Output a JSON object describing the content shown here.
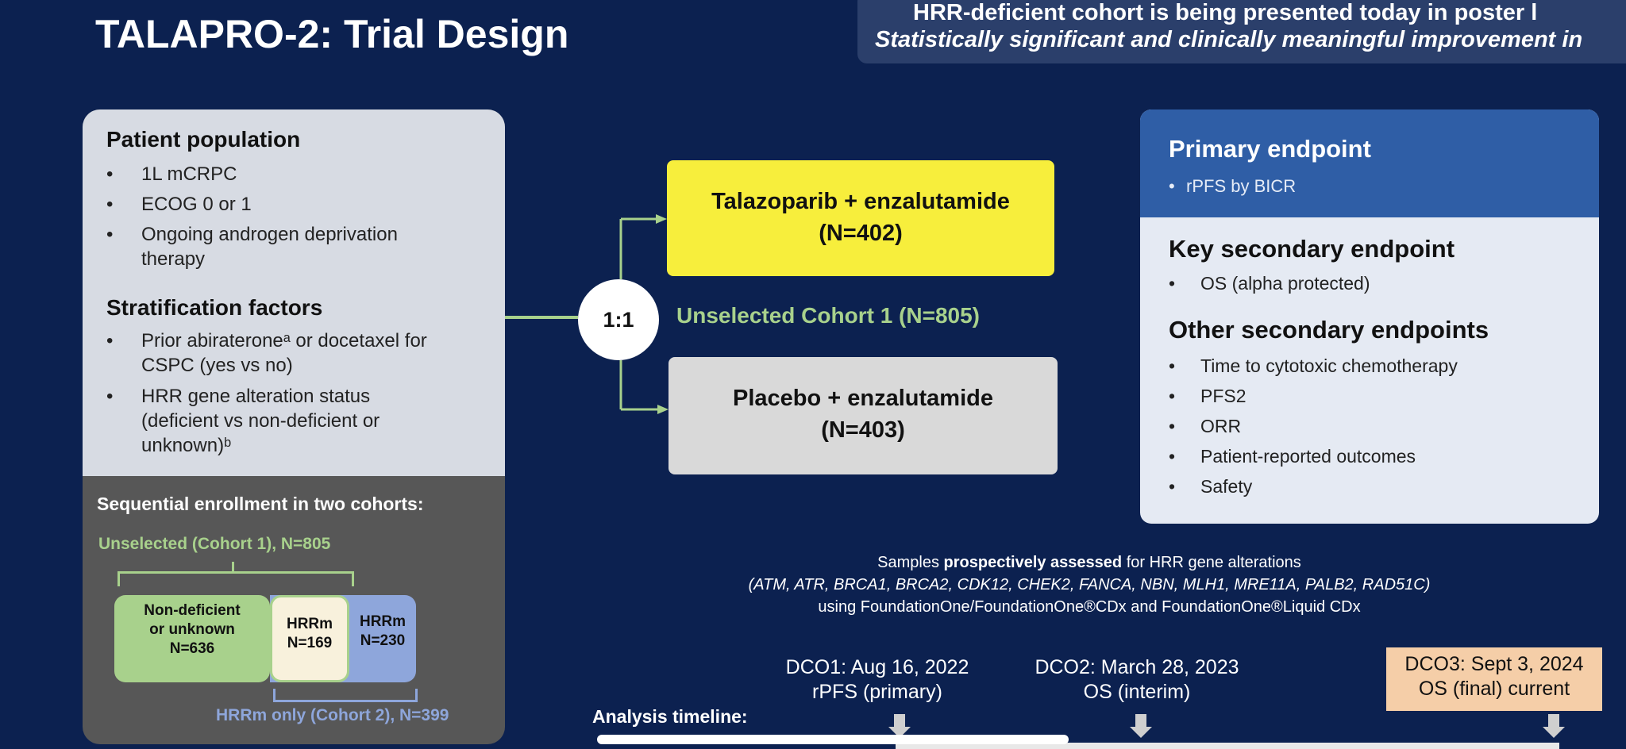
{
  "slide": {
    "title": "TALAPRO-2: Trial Design",
    "banner_line1": "HRR-deficient cohort is being presented today in poster l",
    "banner_line2": "Statistically significant and clinically meaningful improvement in"
  },
  "left_panel": {
    "patient_population_heading": "Patient population",
    "patient_population": [
      "1L mCRPC",
      "ECOG 0 or 1",
      "Ongoing androgen deprivation",
      "therapy"
    ],
    "stratification_heading": "Stratification factors",
    "stratification": [
      "Prior abirateroneᵃ or docetaxel for",
      "CSPC (yes vs no)",
      "HRR gene alteration status",
      "(deficient vs non-deficient or",
      "unknown)ᵇ"
    ],
    "bullet_char": "•",
    "sequential_heading": "Sequential enrollment in two cohorts:",
    "unselected_label": "Unselected (Cohort 1), N=805",
    "hrrm_only_label": "HRRm only (Cohort 2), N=399",
    "boxes": {
      "nondeficient_l1": "Non-deficient",
      "nondeficient_l2": "or unknown",
      "nondeficient_l3": "N=636",
      "hrrm1_l1": "HRRm",
      "hrrm1_l2": "N=169",
      "hrrm2_l1": "HRRm",
      "hrrm2_l2": "N=230"
    }
  },
  "randomization": {
    "ratio": "1:1",
    "cohort_label": "Unselected Cohort 1 (N=805)",
    "arm1_l1": "Talazoparib + enzalutamide",
    "arm1_l2": "(N=402)",
    "arm2_l1": "Placebo + enzalutamide",
    "arm2_l2": "(N=403)"
  },
  "endpoints": {
    "primary_heading": "Primary endpoint",
    "primary_item": "rPFS by BICR",
    "key_secondary_heading": "Key secondary endpoint",
    "key_secondary_item": "OS (alpha protected)",
    "other_heading": "Other secondary endpoints",
    "other_items": [
      "Time to cytotoxic chemotherapy",
      "PFS2",
      "ORR",
      "Patient-reported outcomes",
      "Safety"
    ]
  },
  "samples": {
    "line1_pre": "Samples ",
    "line1_bold": "prospectively assessed",
    "line1_post": " for HRR gene alterations",
    "line2": "(ATM, ATR, BRCA1, BRCA2, CDK12, CHEK2, FANCA, NBN, MLH1, MRE11A, PALB2, RAD51C)",
    "line3": "using FoundationOne/FoundationOne®CDx and FoundationOne®Liquid CDx"
  },
  "timeline": {
    "label": "Analysis timeline:",
    "dco1_l1": "DCO1: Aug 16, 2022",
    "dco1_l2": "rPFS (primary)",
    "dco2_l1": "DCO2: March 28, 2023",
    "dco2_l2": "OS (interim)",
    "dco3_l1": "DCO3: Sept 3, 2024",
    "dco3_l2": "OS (final) current"
  },
  "colors": {
    "background": "#0c2150",
    "arm1": "#f7ee3c",
    "arm2": "#d9d9d9",
    "green": "#a8d18c",
    "blue": "#8ea6db",
    "primary_header": "#2f5ea6",
    "dco3": "#f5cea8"
  }
}
